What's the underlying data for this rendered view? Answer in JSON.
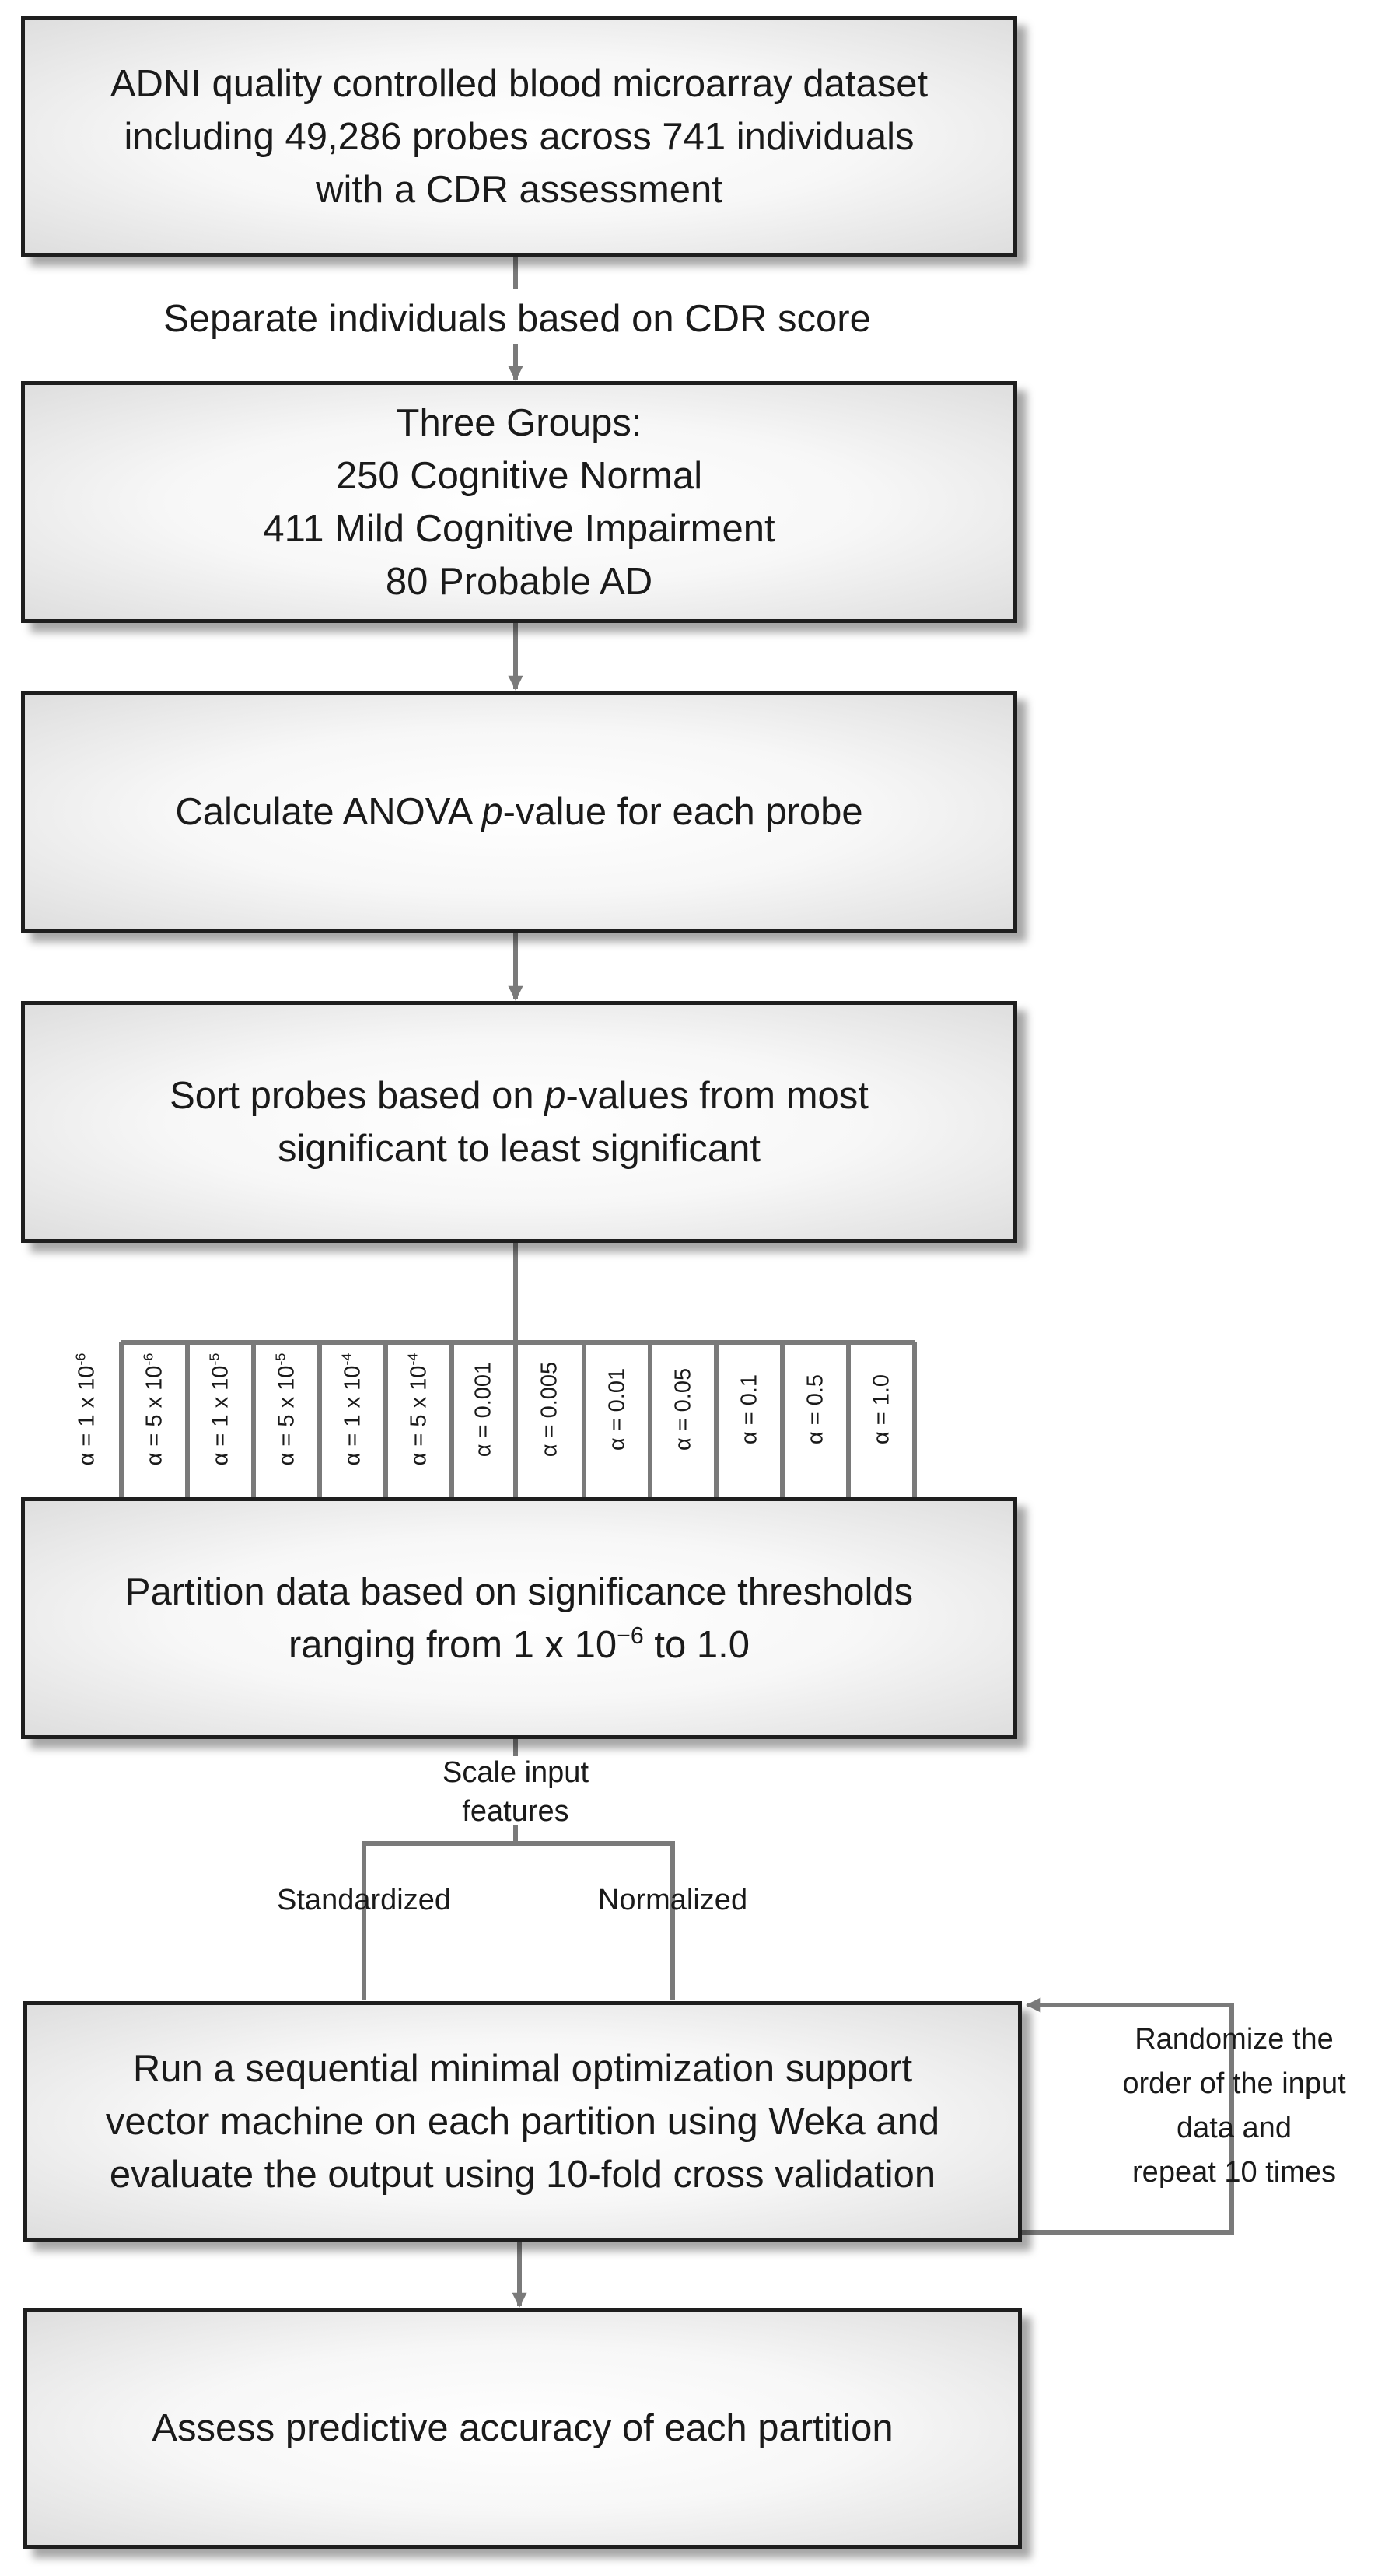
{
  "boxes": {
    "dataset": [
      "ADNI quality controlled blood microarray dataset",
      "including 49,286 probes across 741 individuals",
      "with a CDR assessment"
    ],
    "groups": [
      "Three Groups:",
      "250 Cognitive Normal",
      "411 Mild Cognitive Impairment",
      "80 Probable AD"
    ],
    "anova": {
      "pre": "Calculate ANOVA ",
      "italic": "p",
      "post": "-value for each probe"
    },
    "sort": {
      "l1_pre": "Sort probes based on ",
      "l1_italic": "p",
      "l1_post": "-values from most",
      "l2": "significant to least significant"
    },
    "partition": {
      "l1": "Partition data based on significance thresholds",
      "l2_pre": "ranging from 1 x 10",
      "l2_exp": "−6",
      "l2_post": " to 1.0"
    },
    "svm": [
      "Run a sequential minimal optimization support",
      "vector machine on each partition using Weka and",
      "evaluate the output using 10-fold cross validation"
    ],
    "assess": "Assess predictive accuracy of each partition"
  },
  "edges": {
    "separate": "Separate individuals based on CDR score",
    "scale": [
      "Scale input",
      "features"
    ],
    "standardized": "Standardized",
    "normalized": "Normalized",
    "randomize": [
      "Randomize the",
      "order of the input",
      "data and",
      "repeat 10 times"
    ]
  },
  "thresholds": [
    {
      "base": "α = 1 x 10",
      "exp": "-6"
    },
    {
      "base": "α = 5 x 10",
      "exp": "-6"
    },
    {
      "base": "α = 1 x 10",
      "exp": "-5"
    },
    {
      "base": "α = 5 x 10",
      "exp": "-5"
    },
    {
      "base": "α = 1 x 10",
      "exp": "-4"
    },
    {
      "base": "α = 5 x 10",
      "exp": "-4"
    },
    {
      "base": "α = 0.001",
      "exp": ""
    },
    {
      "base": "α = 0.005",
      "exp": ""
    },
    {
      "base": "α = 0.01",
      "exp": ""
    },
    {
      "base": "α = 0.05",
      "exp": ""
    },
    {
      "base": "α = 0.1",
      "exp": ""
    },
    {
      "base": "α = 0.5",
      "exp": ""
    },
    {
      "base": "α = 1.0",
      "exp": ""
    }
  ],
  "colors": {
    "line": "#7a7a7a",
    "border": "#1e1e1e"
  }
}
